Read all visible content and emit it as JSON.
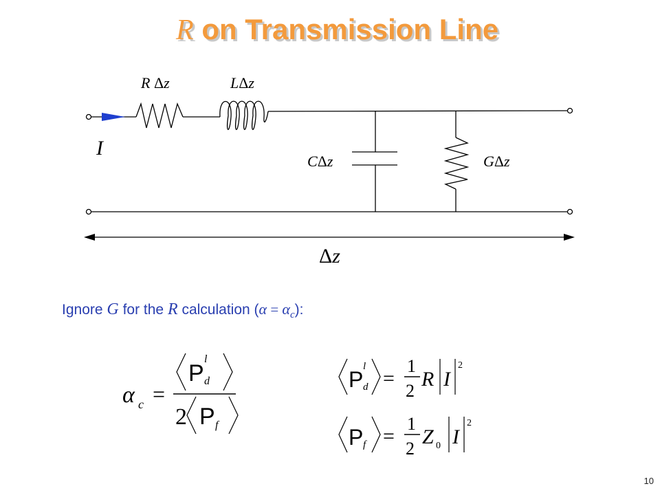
{
  "title": {
    "var": "R",
    "text": " on Transmission Line",
    "color": "#f39a3c",
    "shadow": "#bdbdbd"
  },
  "circuit": {
    "labels": {
      "resistor": {
        "main": "R ",
        "delta": "Δ",
        "var": "z"
      },
      "inductor": {
        "main": "L",
        "delta": "Δ",
        "var": "z"
      },
      "capacitor": {
        "main": "C",
        "delta": "Δ",
        "var": "z"
      },
      "conductance": {
        "main": "G",
        "delta": "Δ",
        "var": "z"
      },
      "current": "I",
      "length": {
        "delta": "Δ",
        "var": "z"
      }
    },
    "current_arrow_color": "#1f3fcf"
  },
  "note": {
    "prefix": "Ignore ",
    "g": "G",
    "middle": " for the ",
    "r": "R",
    "suffix": " calculation (",
    "alpha": "α",
    "equals": " = ",
    "alpha_c": "α",
    "sub_c": "c",
    "close": "):",
    "accent": "#2a3fb0"
  },
  "formula_left": {
    "lhs_symbol": "α",
    "lhs_sub": "c",
    "equals": "=",
    "num_P": "P",
    "num_sub": "d",
    "num_sup": "l",
    "den_factor": "2",
    "den_P": "P",
    "den_sub": "f"
  },
  "formula_right_top": {
    "P": "P",
    "sub": "d",
    "sup": "l",
    "equals": "=",
    "frac_num": "1",
    "frac_den": "2",
    "R": "R",
    "I": "I",
    "power": "2"
  },
  "formula_right_bottom": {
    "P": "P",
    "sub": "f",
    "equals": "=",
    "frac_num": "1",
    "frac_den": "2",
    "Z": "Z",
    "Z_sub": "0",
    "I": "I",
    "power": "2"
  },
  "page_number": "10"
}
